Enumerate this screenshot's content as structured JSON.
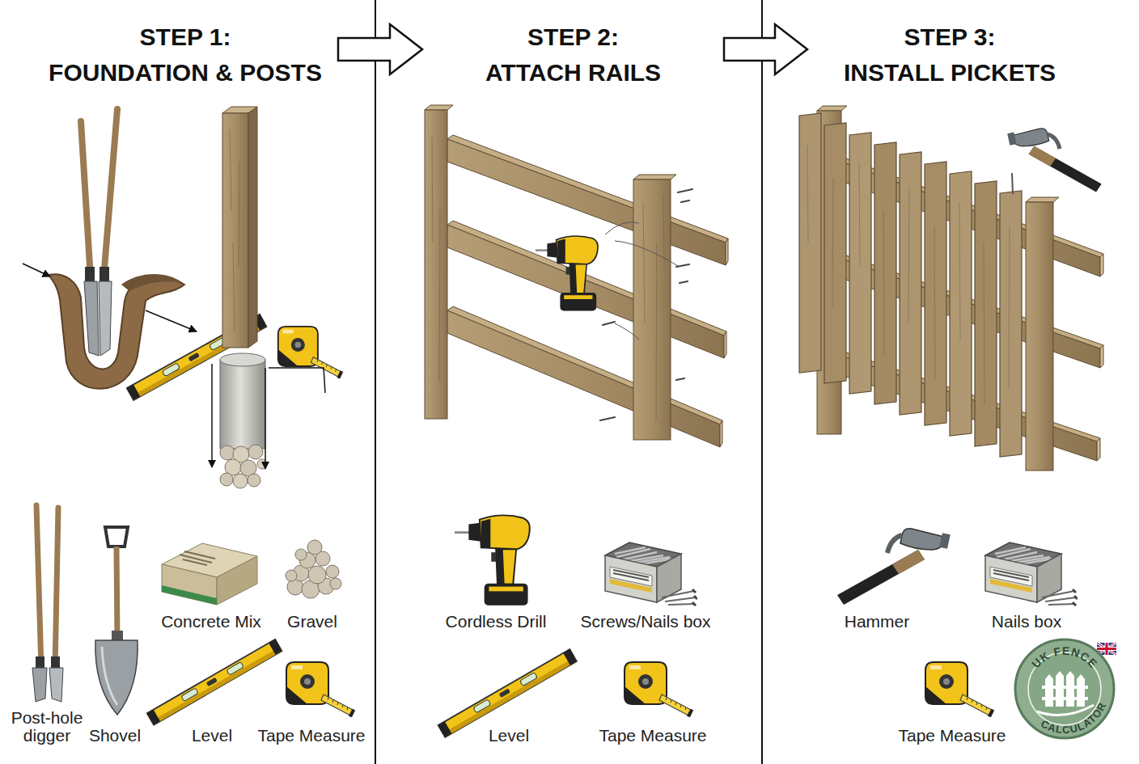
{
  "diagram": {
    "nodes": [
      {
        "text": [
          "STEP 1:",
          "FOUNDATION & POSTS"
        ]
      },
      {
        "text": [
          "STEP 2:",
          "ATTACH RAILS"
        ]
      },
      {
        "text": [
          "STEP 3:",
          "INSTALL PICKETS"
        ]
      },
      {
        "text": [
          "UK FENCE",
          "CALCULATOR"
        ]
      }
    ],
    "edges": [
      {
        "from": 0,
        "to": 1,
        "arrow": "to"
      },
      {
        "from": 1,
        "to": 2,
        "arrow": "to"
      }
    ],
    "labels": [
      "Post-hole digger",
      "Shovel",
      "Concrete Mix",
      "Gravel",
      "Level",
      "Tape Measure",
      "Cordless Drill",
      "Screws/Nails box",
      "Level",
      "Tape Measure",
      "Hammer",
      "Nails box",
      "Tape Measure"
    ]
  }
}
